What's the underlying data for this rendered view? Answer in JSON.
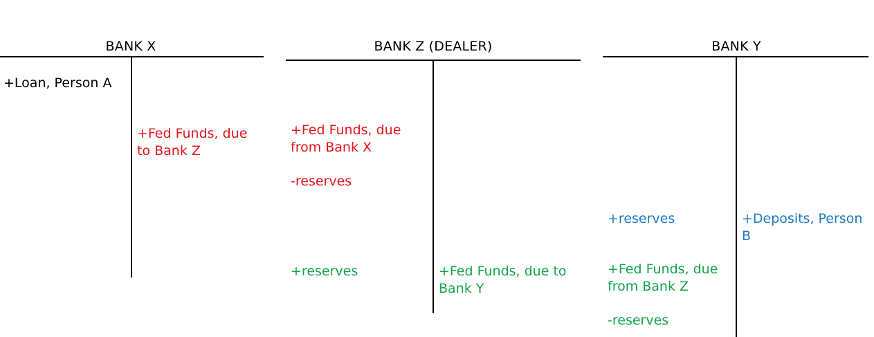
{
  "colors": {
    "black": "#000000",
    "red": "#e8141b",
    "green": "#11a44a",
    "blue": "#1f78be"
  },
  "bank_x": {
    "title": "BANK X",
    "assets": [
      {
        "text": "+Loan, Person A",
        "color": "black"
      }
    ],
    "liabilities": [
      {
        "line1": "+Fed Funds, due",
        "line2": "to Bank Z",
        "color": "red"
      }
    ]
  },
  "bank_z": {
    "title": "BANK Z (DEALER)",
    "assets": [
      {
        "line1": "+Fed Funds, due",
        "line2": "from Bank X",
        "color": "red"
      },
      {
        "text": "-reserves",
        "color": "red"
      },
      {
        "text": "+reserves",
        "color": "green"
      }
    ],
    "liabilities": [
      {
        "line1": "+Fed Funds, due to",
        "line2": "Bank Y",
        "color": "green"
      }
    ]
  },
  "bank_y": {
    "title": "BANK Y",
    "assets": [
      {
        "text": "+reserves",
        "color": "blue"
      },
      {
        "line1": "+Fed Funds, due",
        "line2": "from Bank Z",
        "color": "green"
      },
      {
        "text": "-reserves",
        "color": "green"
      }
    ],
    "liabilities": [
      {
        "line1": "+Deposits, Person",
        "line2": "B",
        "color": "blue"
      }
    ]
  }
}
